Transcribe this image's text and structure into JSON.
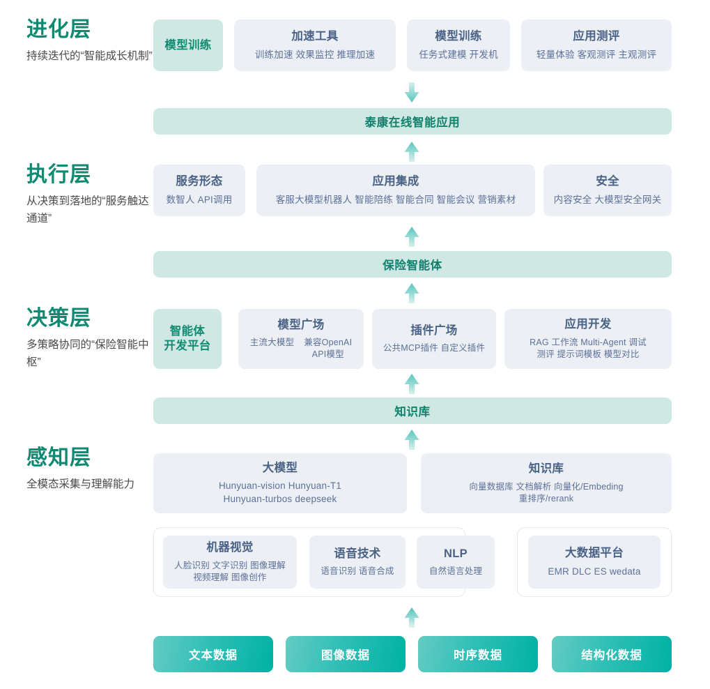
{
  "layers": [
    {
      "title": "进化层",
      "subtitle": "持续迭代的“智能成长机制”"
    },
    {
      "title": "执行层",
      "subtitle": "从决策到落地的“服务触达通道”"
    },
    {
      "title": "决策层",
      "subtitle": "多策略协同的“保险智能中枢”"
    },
    {
      "title": "感知层",
      "subtitle": "全模态采集与理解能力"
    }
  ],
  "evolution_cards": [
    {
      "title": "模型训练",
      "desc": ""
    },
    {
      "title": "加速工具",
      "desc": "训练加速 效果监控 推理加速"
    },
    {
      "title": "模型训练",
      "desc": "任务式建模 开发机"
    },
    {
      "title": "应用测评",
      "desc": "轻量体验 客观测评 主观测评"
    }
  ],
  "banner_app": "泰康在线智能应用",
  "execution_cards": [
    {
      "title": "服务形态",
      "desc": "数智人 API调用"
    },
    {
      "title": "应用集成",
      "desc": "客服大模型机器人 智能陪练 智能合同 智能会议 营销素材"
    },
    {
      "title": "安全",
      "desc": "内容安全 大模型安全网关"
    }
  ],
  "banner_agent": "保险智能体",
  "decision_cards": [
    {
      "title": "智能体\n开发平台",
      "desc": ""
    },
    {
      "title": "模型广场",
      "desc_left": "主流大模型",
      "desc_right": "兼容OpenAI\nAPI模型"
    },
    {
      "title": "插件广场",
      "desc": "公共MCP插件 自定义插件"
    },
    {
      "title": "应用开发",
      "desc": "RAG 工作流 Multi-Agent 调试\n测评 提示词模板 模型对比"
    }
  ],
  "banner_kb": "知识库",
  "perception_top_cards": [
    {
      "title": "大模型",
      "desc": "Hunyuan-vision Hunyuan-T1\nHunyuan-turbos deepseek"
    },
    {
      "title": "知识库",
      "desc": "向量数据库 文档解析 向量化/Embeding\n重排序/rerank"
    }
  ],
  "perception_bottom_cards": [
    {
      "title": "机器视觉",
      "desc": "人脸识别 文字识别 图像理解\n视频理解 图像创作"
    },
    {
      "title": "语音技术",
      "desc": "语音识别 语音合成"
    },
    {
      "title": "NLP",
      "desc": "自然语言处理"
    },
    {
      "title": "大数据平台",
      "desc": "EMR DLC ES wedata"
    }
  ],
  "data_sources": [
    "文本数据",
    "图像数据",
    "时序数据",
    "结构化数据"
  ],
  "colors": {
    "accent_teal": "#0f8a72",
    "banner_fill": "#cfe8e4",
    "card_fill": "#eceff4",
    "card_title": "#4a6285",
    "card_desc": "#5c7099",
    "data_btn_gradient_start": "#63cbc4",
    "data_btn_gradient_end": "#00b2a4"
  },
  "icons": {
    "arrow_down": "arrow-down-icon",
    "arrow_up": "arrow-up-icon"
  }
}
